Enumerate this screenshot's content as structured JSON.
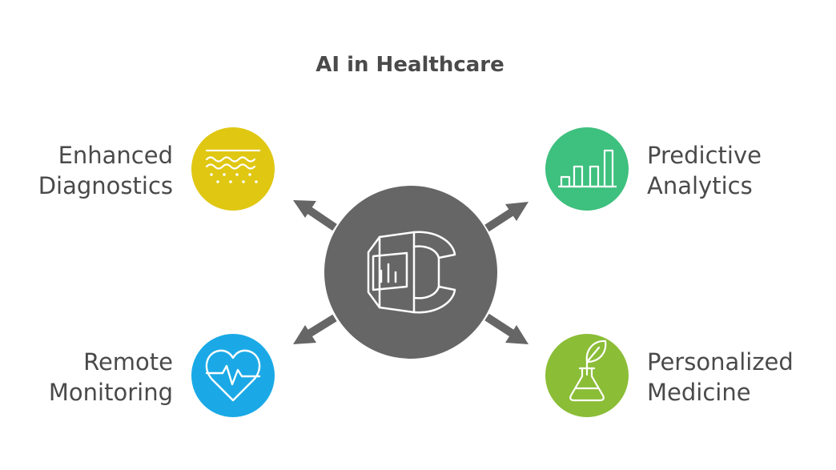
{
  "title": "AI in Healthcare",
  "center": {
    "icon": "smart-wearable-icon",
    "color": "#666666"
  },
  "nodes": {
    "top_left": {
      "line1": "Enhanced",
      "line2": "Diagnostics",
      "icon": "skin-layers-icon",
      "color": "#e0c712"
    },
    "top_right": {
      "line1": "Predictive",
      "line2": "Analytics",
      "icon": "bar-chart-icon",
      "color": "#3ec07e"
    },
    "bottom_left": {
      "line1": "Remote",
      "line2": "Monitoring",
      "icon": "heart-pulse-icon",
      "color": "#1aa9e6"
    },
    "bottom_right": {
      "line1": "Personalized",
      "line2": "Medicine",
      "icon": "flask-plant-icon",
      "color": "#8bbd37"
    }
  },
  "colors": {
    "arrow": "#666666",
    "text": "#4a4a4a"
  }
}
